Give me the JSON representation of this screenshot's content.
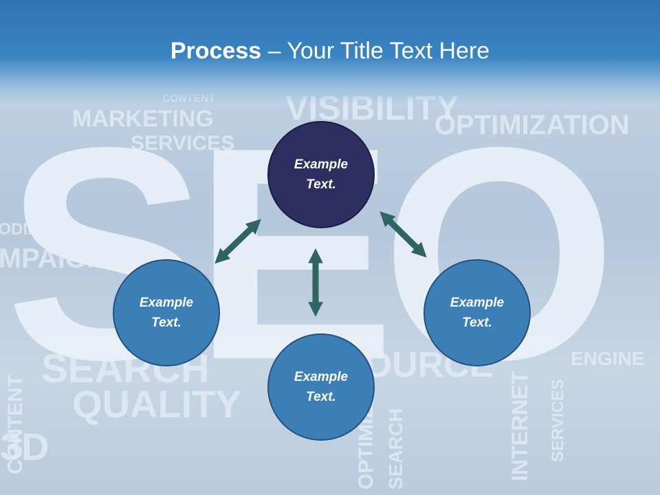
{
  "title": {
    "strong": "Process",
    "rest": " – Your Title Text Here"
  },
  "background": {
    "big": "SEO",
    "words": [
      "CONTENT",
      "MARKETING",
      "SERVICES",
      "VISIBILITY",
      "OPTIMIZATION",
      "CAMPAIGN",
      "SEARCH",
      "QUALITY",
      "SOURCE",
      "INTERNET",
      "SERVICES",
      "ENGINE",
      "SEARCH",
      "OPTIMIZATION",
      "CONTENT",
      "3D",
      "CODING"
    ]
  },
  "nodes": {
    "top": "Example Text.",
    "left": "Example Text.",
    "right": "Example Text.",
    "bottom": "Example Text."
  },
  "colors": {
    "banner": "#3a84c1",
    "node_blue": "#3c7fb7",
    "node_dark": "#2e2f61",
    "arrow": "#2e6462"
  }
}
